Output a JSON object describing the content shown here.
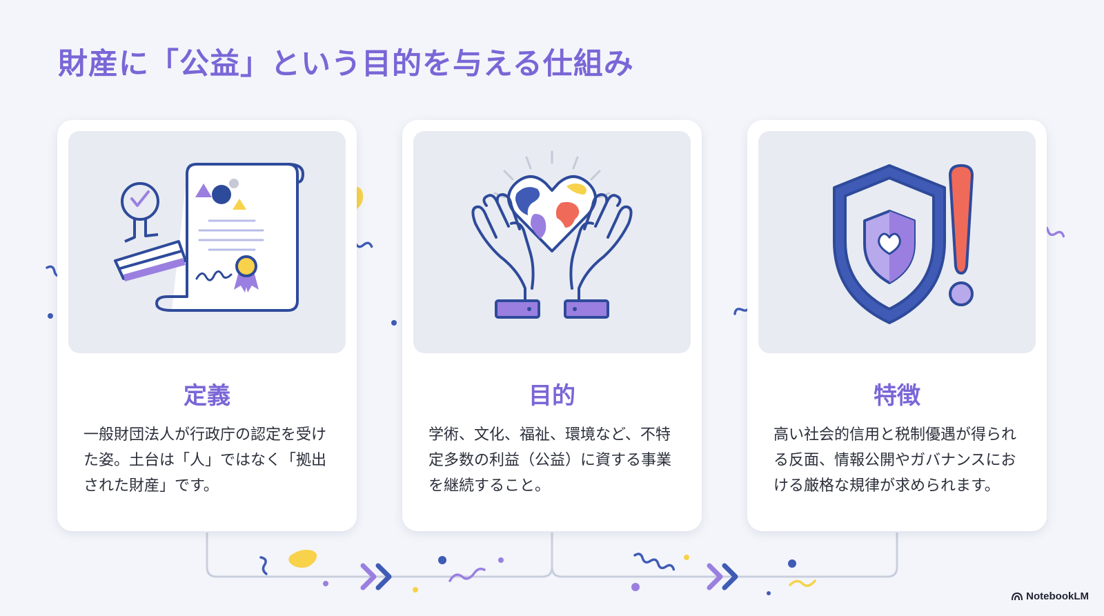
{
  "title": "財産に「公益」という目的を与える仕組み",
  "cards": [
    {
      "heading": "定義",
      "body": "一般財団法人が行政庁の認定を受けた姿。土台は「人」ではなく「拠出された財産」です。",
      "icon": "certificate-stamp-icon"
    },
    {
      "heading": "目的",
      "body": "学術、文化、福祉、環境など、不特定多数の利益（公益）に資する事業を継続すること。",
      "icon": "hands-heart-globe-icon"
    },
    {
      "heading": "特徴",
      "body": "高い社会的信用と税制優遇が得られる反面、情報公開やガバナンスにおける厳格な規律が求められます。",
      "icon": "shield-warning-icon"
    }
  ],
  "brand": "NotebookLM",
  "colors": {
    "accent": "#7a66d6",
    "navy": "#2e4a9a",
    "yellow": "#f7d24a",
    "coral": "#f06a5a",
    "background": "#f3f5fa"
  }
}
